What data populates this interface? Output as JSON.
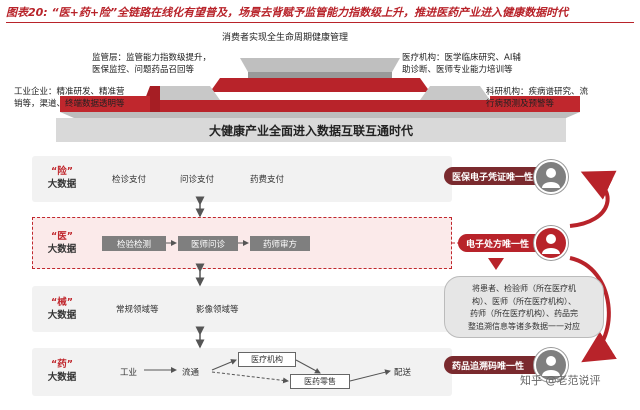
{
  "title": "图表20: “医+药+险”全链路在线化有望普及，场景去背赋予监管能力指数级上升，推进医药产业进入健康数据时代",
  "podium": {
    "top_label": "消费者实现全生命周期健康管理",
    "left_mid": [
      "监管层：监管能力指数级提升，",
      "医保监控、问题药品召回等"
    ],
    "right_mid": [
      "医疗机构：医学临床研究、AI辅",
      "助诊断、医师专业能力培训等"
    ],
    "left_low": [
      "工业企业：精准研发、精准营",
      "销等，渠道、终端数据透明等"
    ],
    "right_low": [
      "科研机构：疾病谱研究、流",
      "行病预测及预警等"
    ]
  },
  "era_banner": "大健康产业全面进入数据互联互通时代",
  "rows": {
    "xian": {
      "label_hl": "“险”",
      "label": "大数据",
      "nodes": [
        "检诊支付",
        "问诊支付",
        "药费支付"
      ]
    },
    "yi": {
      "label_hl": "“医”",
      "label": "大数据",
      "nodes": [
        "检验检测",
        "医师问诊",
        "药师审方"
      ]
    },
    "xie": {
      "label_hl": "“械”",
      "label": "大数据",
      "nodes": [
        "常规领域等",
        "影像领域等"
      ]
    },
    "yao": {
      "label_hl": "“药”",
      "label": "大数据",
      "nodes": [
        "工业",
        "流通",
        "医疗机构",
        "医药零售",
        "配送"
      ]
    }
  },
  "side": {
    "pill1": "医保电子凭证唯一性",
    "pill2": "电子处方唯一性",
    "pill3": "药品追溯码唯一性",
    "note": [
      "将患者、检验师（所在医疗机",
      "构）、医师（所在医疗机构）、",
      "药师（所在医疗机构）、药品完",
      "整追溯信息等诸多数据一一对应"
    ]
  },
  "watermark": "知乎 @老范说评",
  "colors": {
    "accent": "#b8232a",
    "dark_red": "#7a2a2e",
    "gray": "#7f7f7f"
  },
  "icons": [
    "person-icon",
    "arrow-icon",
    "curved-arrow-icon"
  ]
}
